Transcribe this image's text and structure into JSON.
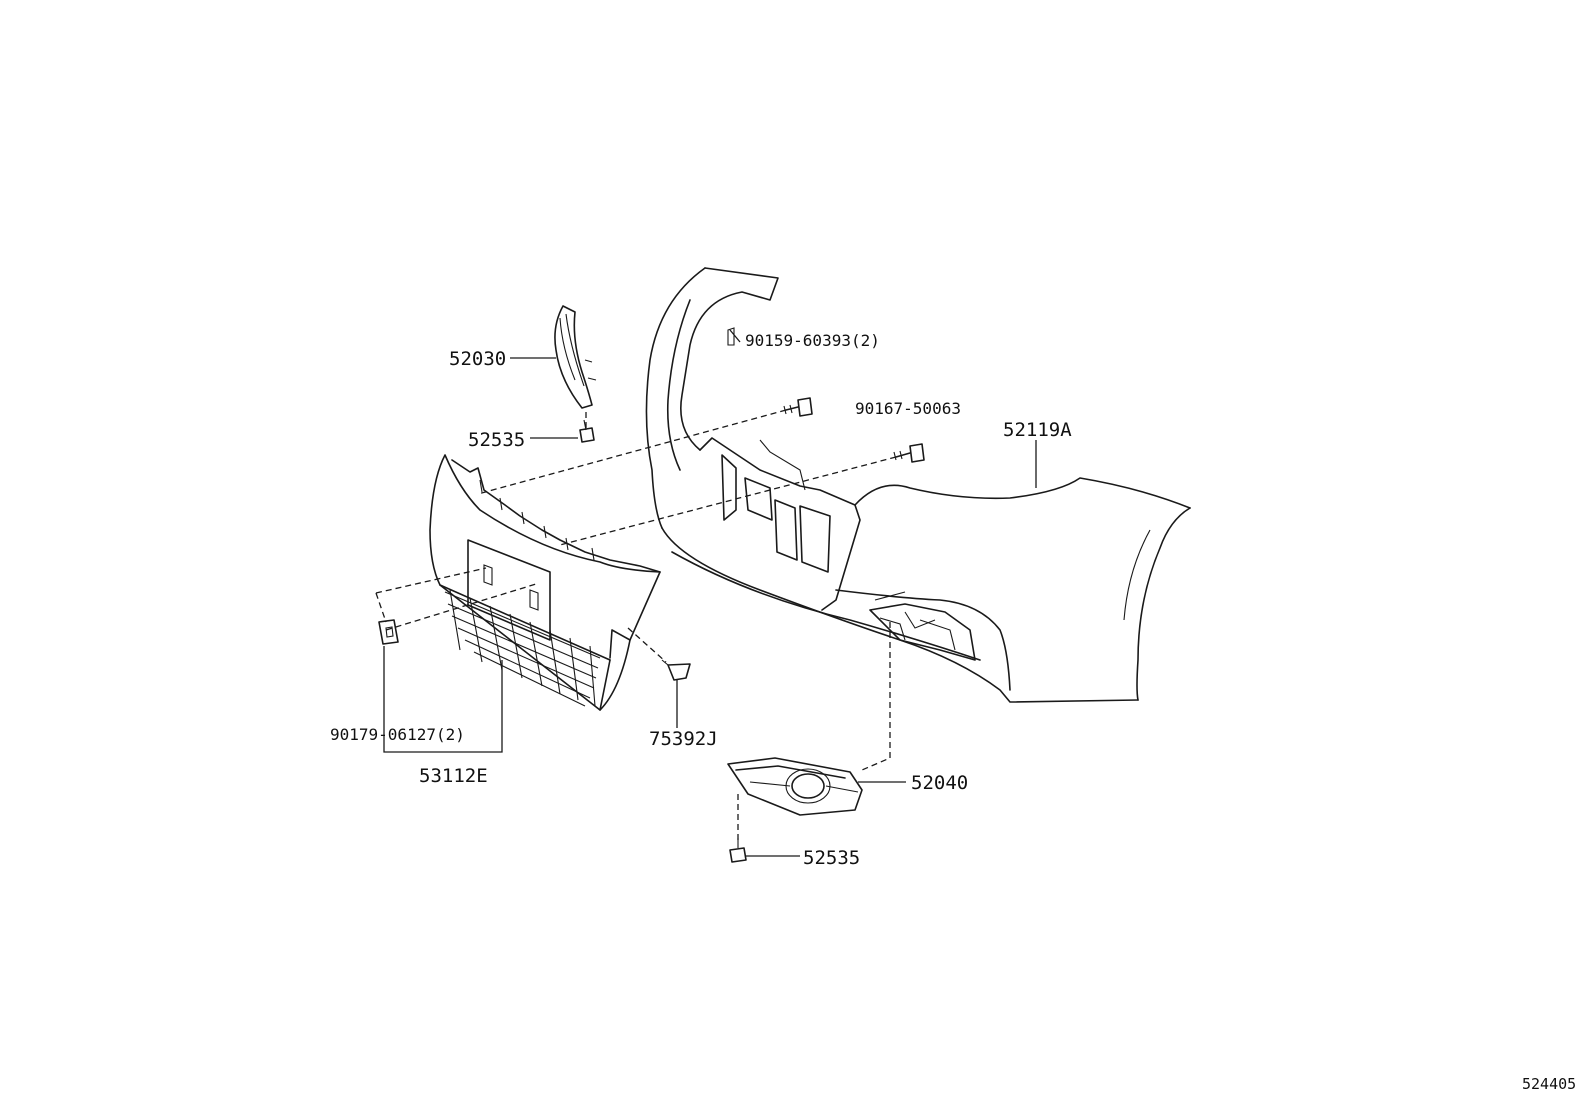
{
  "diagram": {
    "callouts": [
      {
        "id": "c-52030",
        "text": "52030"
      },
      {
        "id": "c-52535-top",
        "text": "52535"
      },
      {
        "id": "c-90159",
        "text": "90159-60393(2)"
      },
      {
        "id": "c-90167",
        "text": "90167-50063"
      },
      {
        "id": "c-52119a",
        "text": "52119A"
      },
      {
        "id": "c-90179",
        "text": "90179-06127(2)"
      },
      {
        "id": "c-53112e",
        "text": "53112E"
      },
      {
        "id": "c-75392j",
        "text": "75392J"
      },
      {
        "id": "c-52040",
        "text": "52040"
      },
      {
        "id": "c-52535-bottom",
        "text": "52535"
      }
    ],
    "illustration_number": "524405"
  }
}
